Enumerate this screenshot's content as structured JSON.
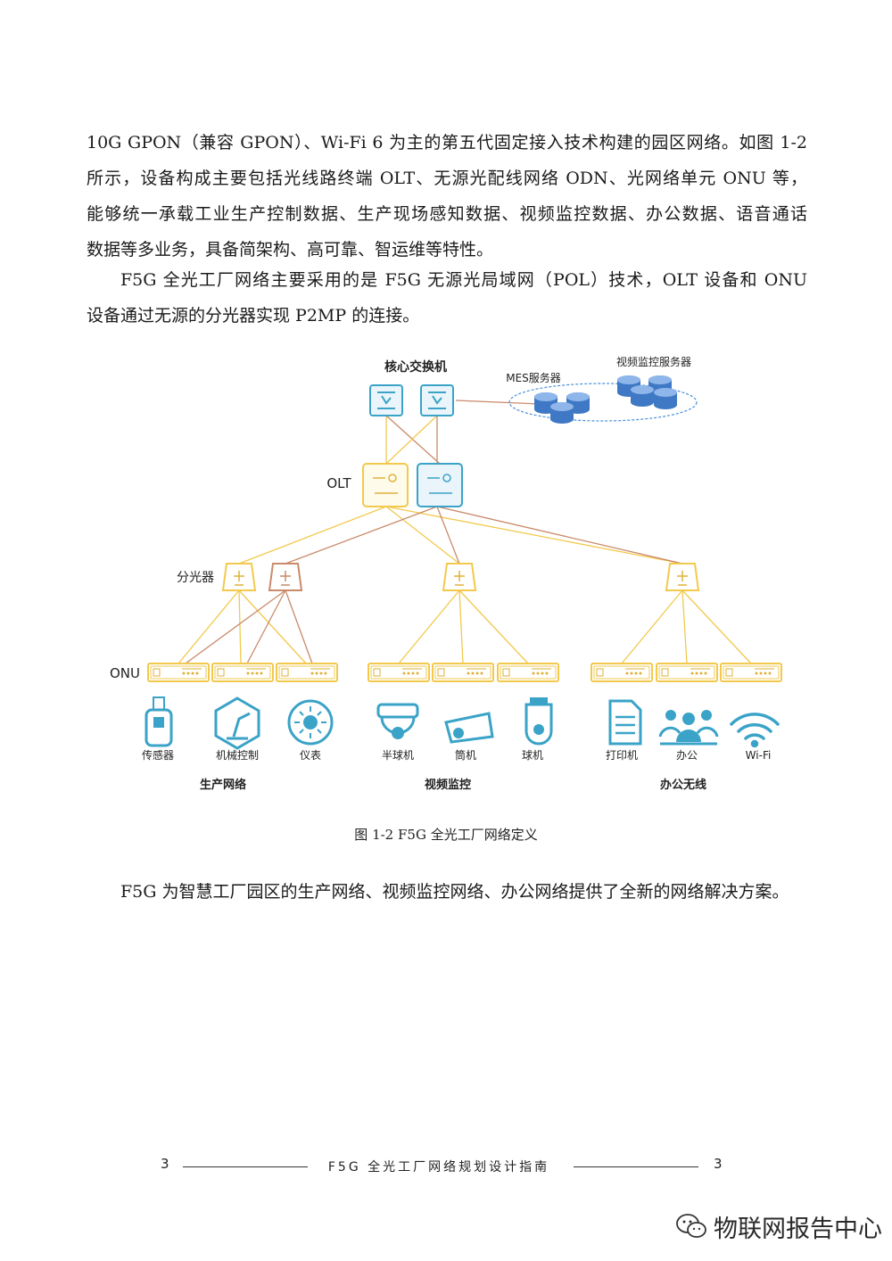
{
  "paragraphs": {
    "p1_l1": "10G GPON（兼容 GPON）、Wi-Fi 6 为主的第五代固定接入技术构建的园区网络。如图 1-2",
    "p1_l2": "所示，设备构成主要包括光线路终端 OLT、无源光配线网络 ODN、光网络单元 ONU 等，",
    "p1_l3": "能够统一承载工业生产控制数据、生产现场感知数据、视频监控数据、办公数据、语音通话",
    "p1_l4": "数据等多业务，具备简架构、高可靠、智运维等特性。",
    "p2_l1": "F5G 全光工厂网络主要采用的是 F5G 无源光局域网（POL）技术，OLT 设备和 ONU",
    "p2_l2": "设备通过无源的分光器实现 P2MP 的连接。",
    "p3": "F5G 为智慧工厂园区的生产网络、视频监控网络、办公网络提供了全新的网络解决方案。"
  },
  "diagram": {
    "core_switch": "核心交换机",
    "mes_server": "MES服务器",
    "video_server": "视频监控服务器",
    "olt": "OLT",
    "splitter": "分光器",
    "onu": "ONU",
    "devices": {
      "sensor": "传感器",
      "machine_control": "机械控制",
      "meter": "仪表",
      "dome_camera": "半球机",
      "bullet_camera": "筒机",
      "ptz_camera": "球机",
      "printer": "打印机",
      "office": "办公",
      "wifi": "Wi-Fi"
    },
    "groups": {
      "production": "生产网络",
      "video": "视频监控",
      "office": "办公无线"
    },
    "colors": {
      "yellow": "#f2c94c",
      "brown": "#c98a6a",
      "teal": "#3aa3c7",
      "blue": "#4a90d9"
    }
  },
  "caption": "图 1-2  F5G 全光工厂网络定义",
  "footer": {
    "page_left": "3",
    "title": "F5G 全光工厂网络规划设计指南",
    "page_right": "3"
  },
  "watermark": {
    "text": "物联网报告中心",
    "icon": "wechat-icon"
  }
}
